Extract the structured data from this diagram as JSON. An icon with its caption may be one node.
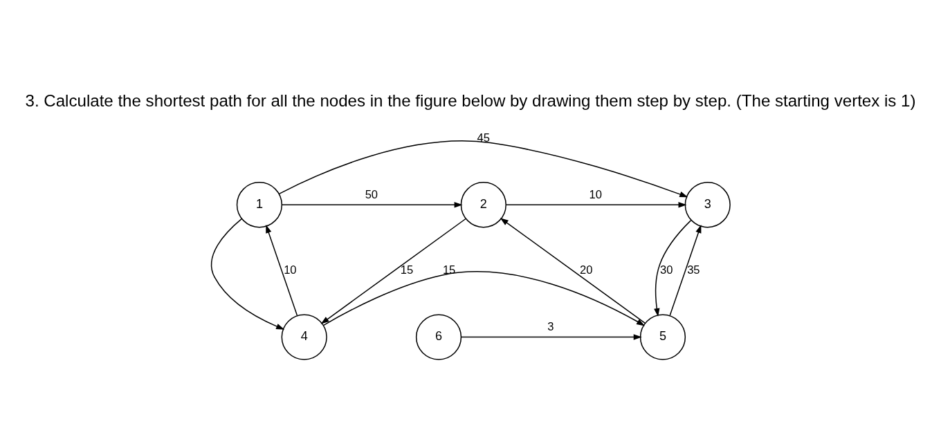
{
  "diagram": {
    "title": "3. Calculate the shortest path for all the nodes in the figure below by drawing them step by step. (The starting vertex is 1)",
    "nodes": [
      {
        "text": [
          "1"
        ]
      },
      {
        "text": [
          "2"
        ]
      },
      {
        "text": [
          "3"
        ]
      },
      {
        "text": [
          "4"
        ]
      },
      {
        "text": [
          "5"
        ]
      },
      {
        "text": [
          "6"
        ]
      }
    ],
    "edges": [
      {
        "from": 0,
        "to": 2,
        "arrow": "to",
        "label": "45"
      },
      {
        "from": 0,
        "to": 1,
        "arrow": "to",
        "label": "50"
      },
      {
        "from": 1,
        "to": 2,
        "arrow": "to",
        "label": "10"
      },
      {
        "from": 0,
        "to": 3,
        "arrow": "to"
      },
      {
        "from": 3,
        "to": 0,
        "arrow": "to",
        "label": "10"
      },
      {
        "from": 1,
        "to": 3,
        "arrow": "to",
        "label": "15"
      },
      {
        "from": 4,
        "to": 1,
        "arrow": "to",
        "label": "20"
      },
      {
        "from": 4,
        "to": 2,
        "arrow": "to",
        "label": "35"
      },
      {
        "from": 2,
        "to": 4,
        "arrow": "to",
        "label": "30"
      },
      {
        "from": 3,
        "to": 4,
        "arrow": "to",
        "label": "15"
      },
      {
        "from": 5,
        "to": 4,
        "arrow": "to",
        "label": "3"
      }
    ]
  }
}
